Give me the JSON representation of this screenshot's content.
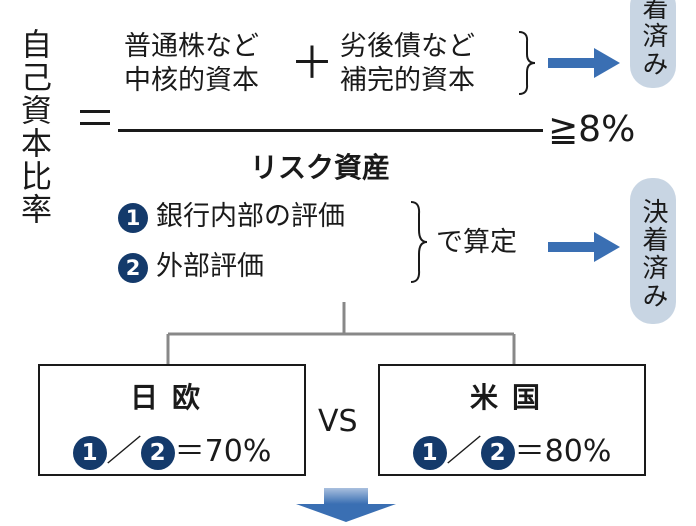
{
  "left_label": "自己資本比率",
  "numerator": {
    "term1": [
      "普通株など",
      "中核的資本"
    ],
    "plus": "＋",
    "term2": [
      "劣後債など",
      "補完的資本"
    ],
    "status": "着済み"
  },
  "threshold": "≧8%",
  "denominator": {
    "label": "リスク資産",
    "methods": [
      {
        "num": "1",
        "label": "銀行内部の評価"
      },
      {
        "num": "2",
        "label": "外部評価"
      }
    ],
    "calc_text": "で算定",
    "status": "決着済み"
  },
  "comparison": {
    "left": {
      "title": "日欧",
      "n1": "1",
      "slash": "／",
      "n2": "2",
      "result": "＝70%"
    },
    "vs": "VS",
    "right": {
      "title": "米国",
      "n1": "1",
      "slash": "／",
      "n2": "2",
      "result": "＝80%"
    }
  },
  "colors": {
    "accent": "#3a6fb3",
    "circle": "#143a6b",
    "pill": "#c8d5e3"
  }
}
